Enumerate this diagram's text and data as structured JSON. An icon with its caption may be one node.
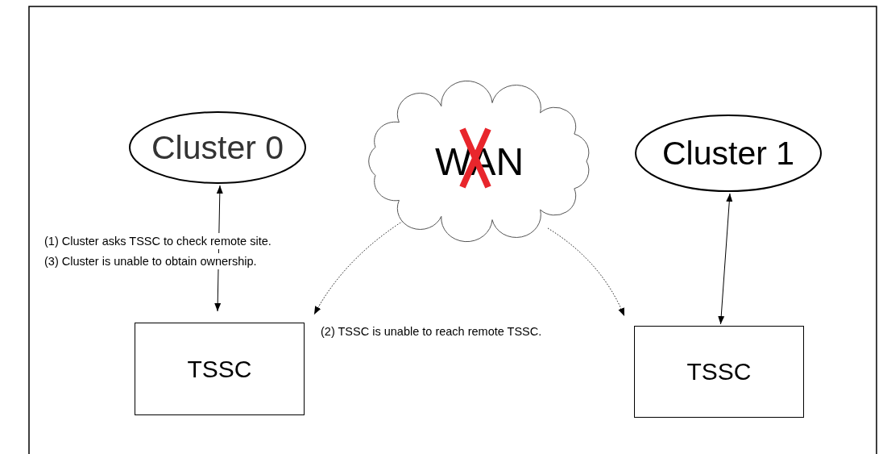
{
  "diagram": {
    "nodes": [
      {
        "text": [
          "Cluster 0"
        ]
      },
      {
        "text": [
          "WAN"
        ]
      },
      {
        "text": [
          "Cluster 1"
        ]
      },
      {
        "text": [
          "TSSC"
        ]
      },
      {
        "text": [
          "TSSC"
        ]
      }
    ],
    "edges": [
      {
        "from": 0,
        "to": 3,
        "arrow": "both"
      },
      {
        "from": 1,
        "to": 3,
        "arrow": "to",
        "style": "dashed"
      },
      {
        "from": 1,
        "to": 4,
        "arrow": "to",
        "style": "dashed"
      },
      {
        "from": 2,
        "to": 4,
        "arrow": "both"
      }
    ],
    "labels": [
      "(1) Cluster asks TSSC to check remote site.",
      "(3) Cluster is unable to obtain ownership.",
      "(2) TSSC is unable to reach remote TSSC."
    ]
  }
}
